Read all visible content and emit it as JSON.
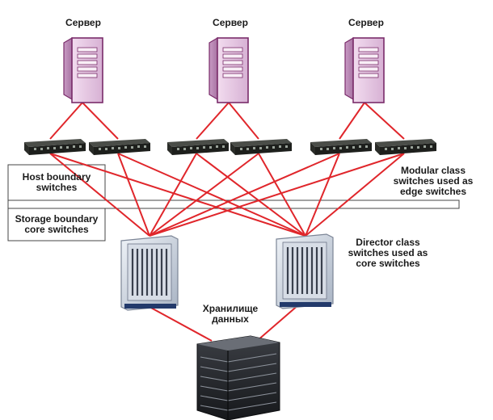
{
  "servers": [
    {
      "label": "Сервер"
    },
    {
      "label": "Сервер"
    },
    {
      "label": "Сервер"
    }
  ],
  "edge_switch_count": 6,
  "core_switch_count": 2,
  "zones": {
    "host_boundary": {
      "line1": "Host boundary",
      "line2": "switches"
    },
    "storage_boundary": {
      "line1": "Storage boundary",
      "line2": "core switches"
    }
  },
  "annotations": {
    "modular": {
      "line1": "Modular class",
      "line2": "switches used as",
      "line3": "edge switches"
    },
    "director": {
      "line1": "Director class",
      "line2": "switches used as",
      "line3": "core switches"
    },
    "storage": {
      "line1": "Хранилище",
      "line2": "данных"
    }
  },
  "colors": {
    "link": "#e0262b",
    "server_body": "#e6c8e6",
    "server_frame": "#7a2c6a",
    "switch_body": "#1d1f1c",
    "zone_border": "#444444"
  }
}
